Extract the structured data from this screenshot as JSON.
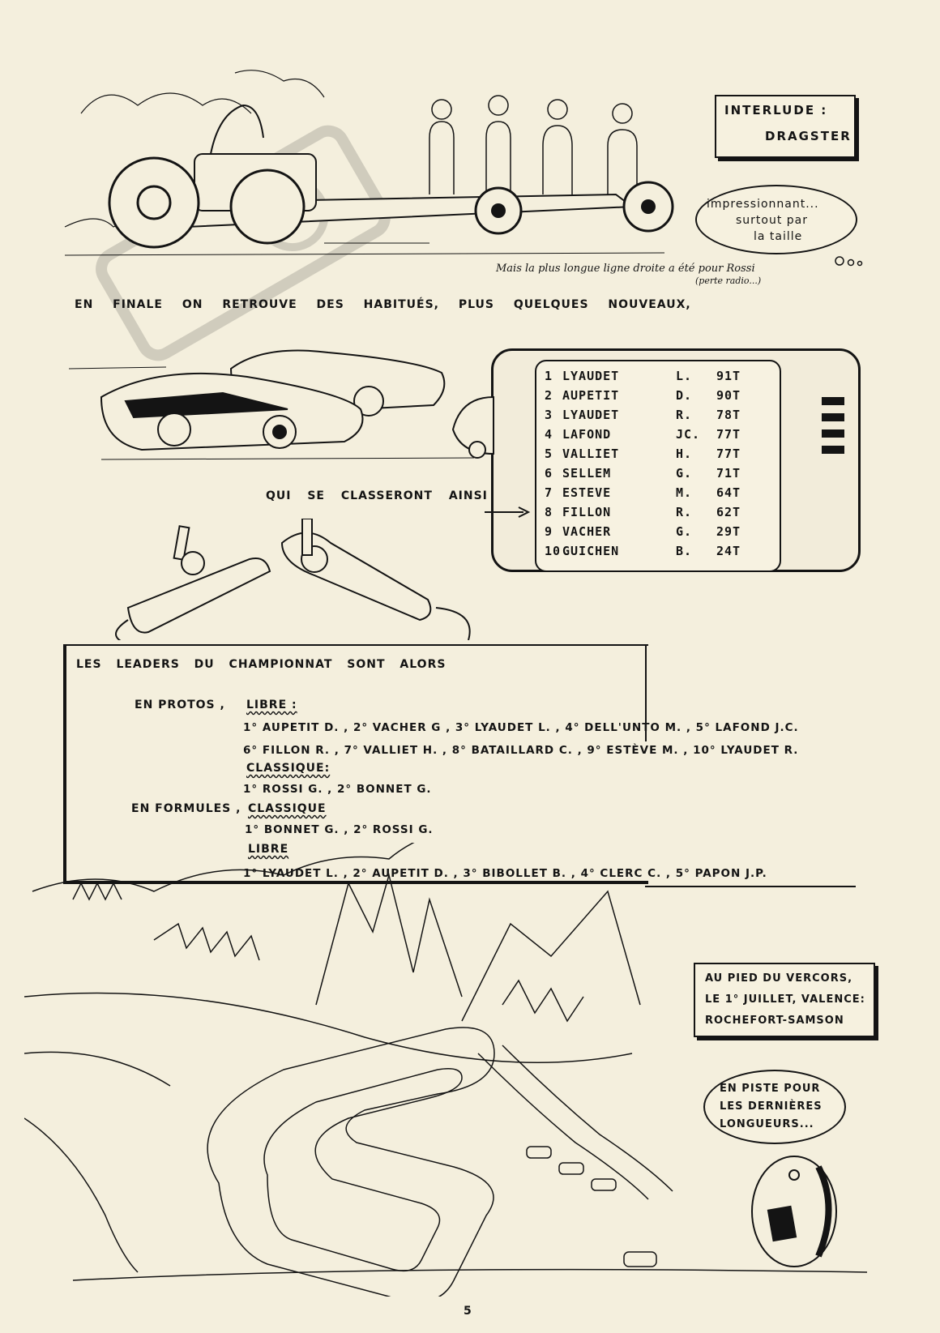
{
  "interlude": {
    "line1": "INTERLUDE :",
    "line2": "DRAGSTER"
  },
  "bubble_drag": {
    "line1": "impressionnant...",
    "line2": "surtout par",
    "line3": "la taille"
  },
  "drag_caption": {
    "line1": "Mais la plus longue ligne droite a été pour Rossi",
    "line2": "(perte radio...)"
  },
  "final_text": "EN FINALE  ON RETROUVE DES HABITUÉS, PLUS QUELQUES NOUVEAUX,",
  "classement_text": "QUI SE CLASSERONT AINSI",
  "results": [
    {
      "rank": "1",
      "name": "LYAUDET",
      "initial": "L.",
      "laps": "91T"
    },
    {
      "rank": "2",
      "name": "AUPETIT",
      "initial": "D.",
      "laps": "90T"
    },
    {
      "rank": "3",
      "name": "LYAUDET",
      "initial": "R.",
      "laps": "78T"
    },
    {
      "rank": "4",
      "name": "LAFOND",
      "initial": "JC.",
      "laps": "77T"
    },
    {
      "rank": "5",
      "name": "VALLIET",
      "initial": "H.",
      "laps": "77T"
    },
    {
      "rank": "6",
      "name": "SELLEM",
      "initial": "G.",
      "laps": "71T"
    },
    {
      "rank": "7",
      "name": "ESTEVE",
      "initial": "M.",
      "laps": "64T"
    },
    {
      "rank": "8",
      "name": "FILLON",
      "initial": "R.",
      "laps": "62T"
    },
    {
      "rank": "9",
      "name": "VACHER",
      "initial": "G.",
      "laps": "29T"
    },
    {
      "rank": "10",
      "name": "GUICHEN",
      "initial": "B.",
      "laps": "24T"
    }
  ],
  "leaders": {
    "heading": "LES LEADERS  DU  CHAMPIONNAT   SONT   ALORS",
    "protos_label": "EN PROTOS ,",
    "protos_libre_label": "LIBRE :",
    "protos_libre_1": "1° AUPETIT D. , 2° VACHER G , 3° LYAUDET L. , 4° DELL'UNTO M. , 5° LAFOND J.C.",
    "protos_libre_2": "6° FILLON R. , 7° VALLIET H. , 8° BATAILLARD C. , 9° ESTÈVE M. , 10° LYAUDET R.",
    "protos_classique_label": "CLASSIQUE:",
    "protos_classique_1": "1° ROSSI G. , 2° BONNET G.",
    "formules_label": "EN FORMULES ,",
    "formules_classique_label": "CLASSIQUE",
    "formules_classique_1": "1° BONNET G. , 2° ROSSI G.",
    "formules_libre_label": "LIBRE",
    "formules_libre_1": "1° LYAUDET L. , 2° AUPETIT D. , 3° BIBOLLET B. , 4° CLERC C. , 5° PAPON J.P."
  },
  "valence": {
    "line1": "AU PIED DU VERCORS,",
    "line2": "LE 1° JUILLET, VALENCE:",
    "line3": "ROCHEFORT-SAMSON"
  },
  "bubble_piste": {
    "line1": "EN PISTE POUR",
    "line2": "LES DERNIÈRES",
    "line3": "LONGUEURS..."
  },
  "page_number": "5",
  "colors": {
    "ink": "#141414",
    "paper": "#f4efdd"
  }
}
